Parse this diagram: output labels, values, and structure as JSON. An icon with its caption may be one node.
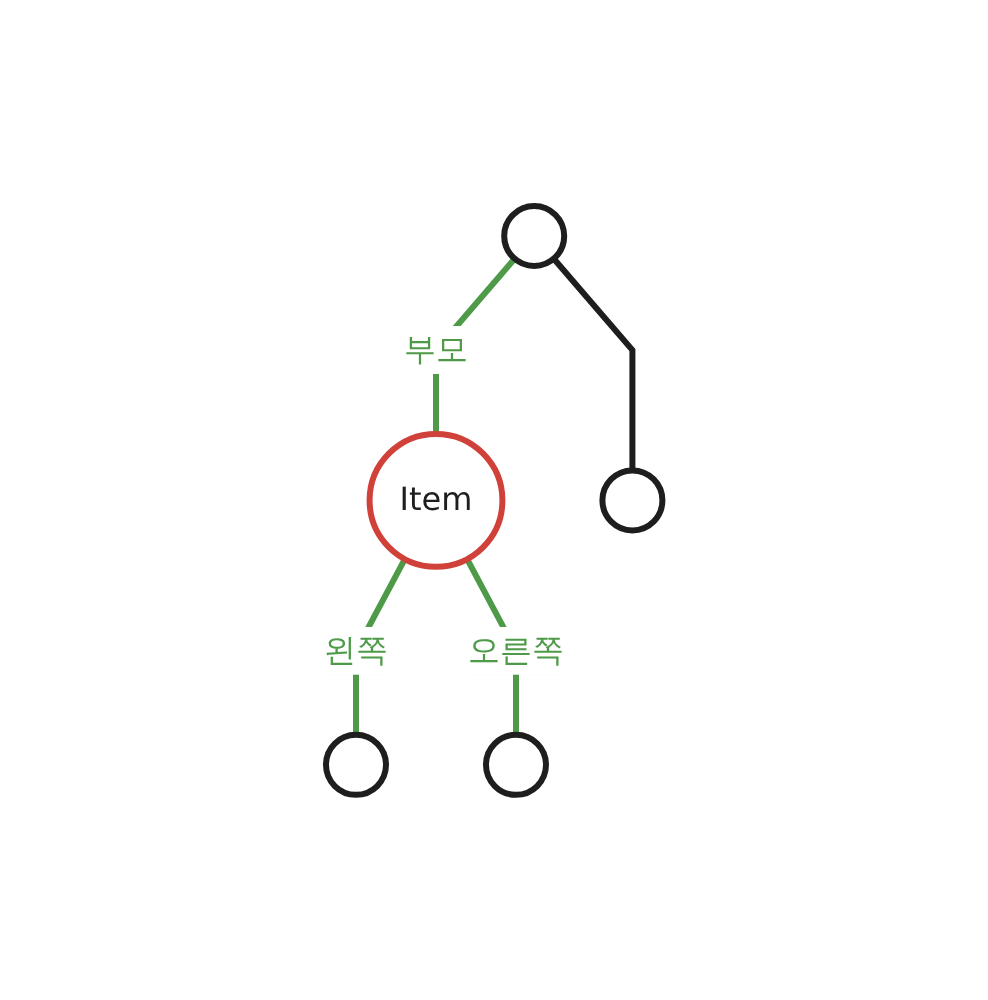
{
  "diagram": {
    "nodes": [
      {
        "text": [],
        "shape": "circle"
      },
      {
        "text": [
          "Item"
        ]
      },
      {
        "text": [],
        "shape": "circle"
      },
      {
        "text": [],
        "shape": "circle"
      },
      {
        "text": [],
        "shape": "circle"
      }
    ],
    "edges": [
      {
        "from": 0,
        "to": 1,
        "arrow": "none",
        "label": "부모"
      },
      {
        "from": 0,
        "to": 2,
        "arrow": "none",
        "color": "#1e1e1e"
      },
      {
        "from": 1,
        "to": 3,
        "arrow": "none",
        "label": "왼쪽"
      },
      {
        "from": 1,
        "to": 4,
        "arrow": "none",
        "label": "오른쪽"
      }
    ]
  }
}
